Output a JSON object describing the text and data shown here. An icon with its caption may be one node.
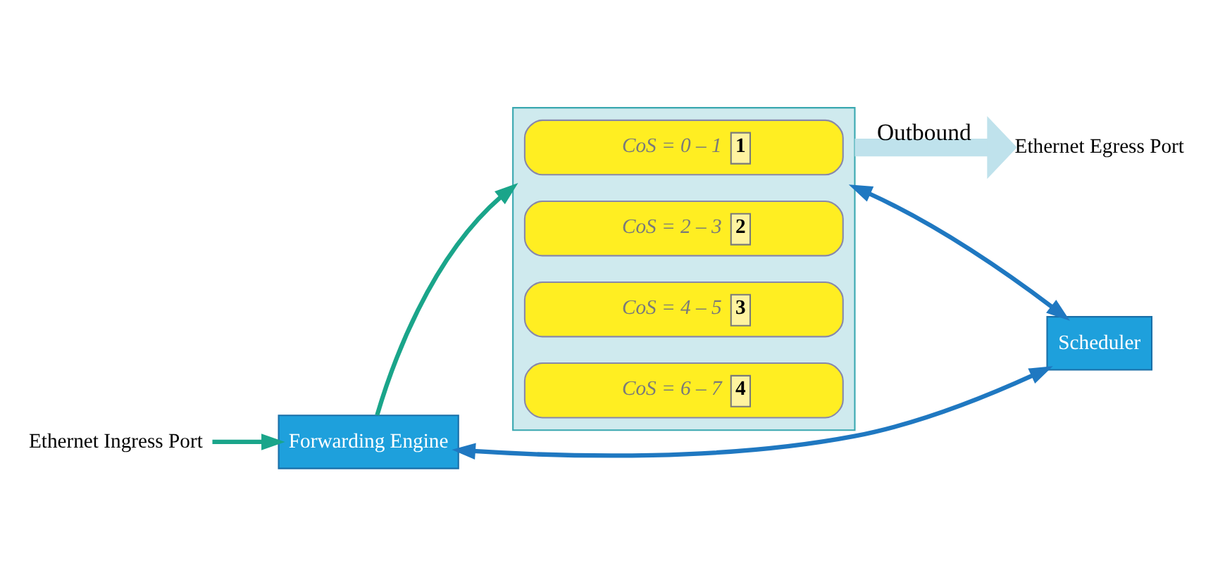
{
  "diagram": {
    "nodes": [
      {
        "text": [
          "Ethernet Ingress Port"
        ]
      },
      {
        "text": [
          "Forwarding Engine"
        ]
      },
      {
        "text": [],
        "shape": "box"
      },
      {
        "text": [
          "CoS = 0 – 1",
          "1"
        ],
        "in": 2
      },
      {
        "text": [
          "CoS = 2 – 3",
          "2"
        ],
        "in": 2
      },
      {
        "text": [
          "CoS = 4 – 5",
          "3"
        ],
        "in": 2
      },
      {
        "text": [
          "CoS = 6 – 7",
          "4"
        ],
        "in": 2
      },
      {
        "text": [
          "Ethernet Egress Port"
        ]
      },
      {
        "text": [
          "Scheduler"
        ]
      }
    ],
    "edges": [
      {
        "from": 0,
        "to": 1,
        "arrow": "to",
        "color": "#1aa58a"
      },
      {
        "from": 1,
        "to": 2,
        "arrow": "to",
        "color": "#1aa58a"
      },
      {
        "from": 2,
        "to": 7,
        "arrow": "to",
        "label": "Outbound",
        "style": "thick",
        "color": "#bfe2ec"
      },
      {
        "from": 1,
        "to": 8,
        "arrow": "both",
        "color": "#1f78c1"
      },
      {
        "from": 2,
        "to": 8,
        "arrow": "both",
        "color": "#1f78c1"
      }
    ]
  }
}
